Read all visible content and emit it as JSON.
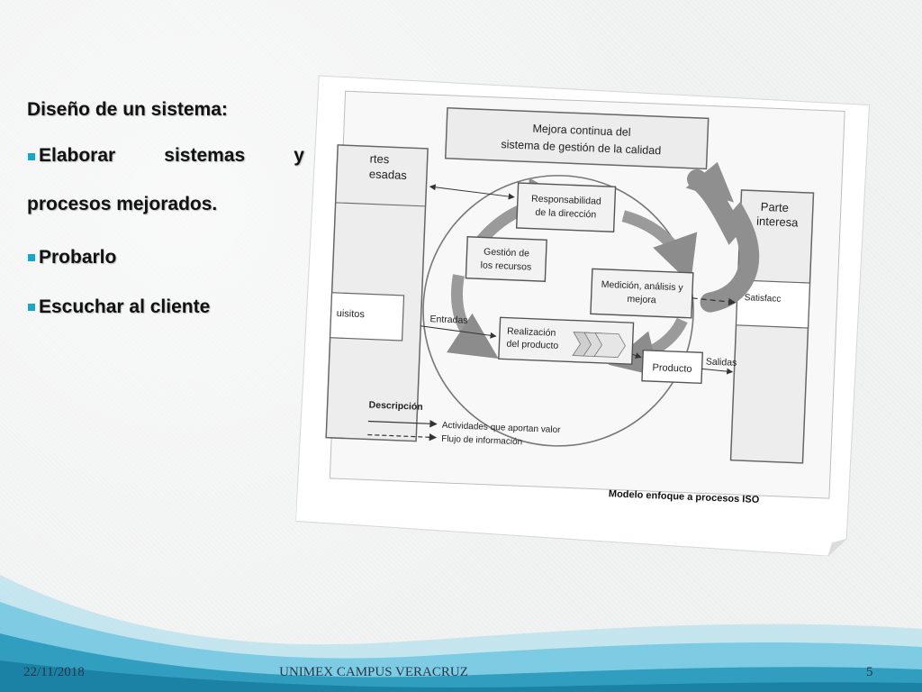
{
  "slide": {
    "heading": "Diseño de un sistema:",
    "bullets": [
      {
        "line1_words": [
          "Elaborar",
          "sistemas",
          "y"
        ],
        "line2": "procesos mejorados."
      },
      {
        "text": "Probarlo"
      },
      {
        "text": "Escuchar al cliente"
      }
    ]
  },
  "figure": {
    "top_box": [
      "Mejora continua del",
      "sistema de gestión de la calidad"
    ],
    "left_party": [
      "rtes",
      "esadas"
    ],
    "right_party": [
      "Parte",
      "interesa"
    ],
    "requisitos": "uisitos",
    "satisfaccion": "Satisfacc",
    "responsabilidad": [
      "Responsabilidad",
      "de la dirección"
    ],
    "gestion": [
      "Gestión de",
      "los recursos"
    ],
    "medicion": [
      "Medición, análisis y",
      "mejora"
    ],
    "realizacion": [
      "Realización",
      "del producto"
    ],
    "producto": "Producto",
    "entradas": "Entradas",
    "salidas": "Salidas",
    "descripcion": "Descripción",
    "legend_solid": "Actividades que aportan valor",
    "legend_dashed": "Flujo de información",
    "caption": "Modelo enfoque a procesos ISO"
  },
  "footer": {
    "date": "22/11/2018",
    "center": "UNIMEX CAMPUS VERACRUZ",
    "page": "5"
  },
  "colors": {
    "accent": "#17a8c9",
    "wave_dark": "#1a8fb3",
    "wave_light": "#6cc7e0"
  }
}
